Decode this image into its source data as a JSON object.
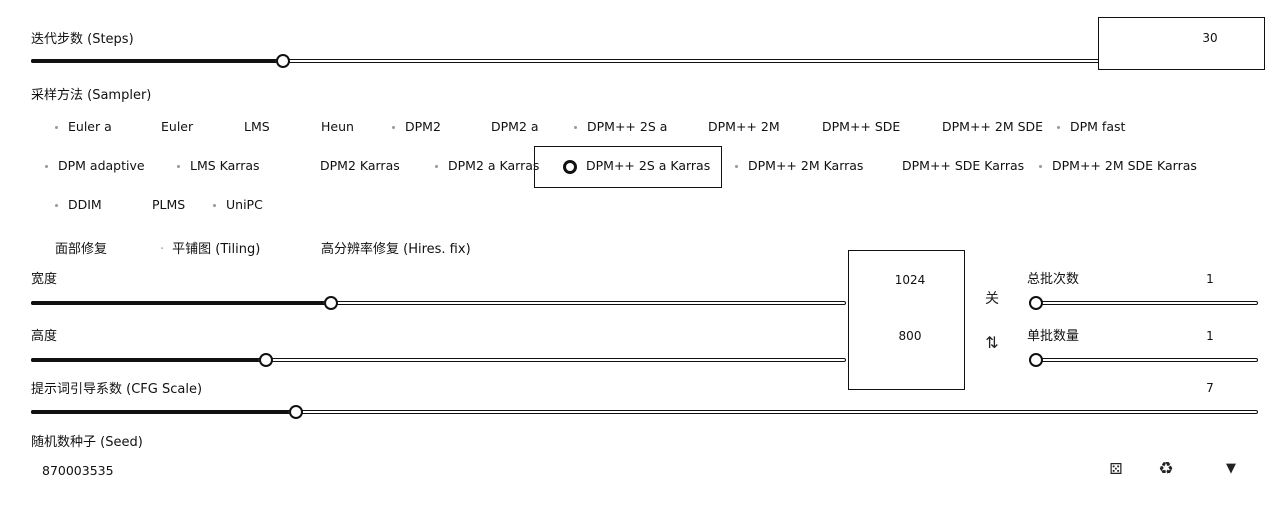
{
  "steps": {
    "label": "迭代步数 (Steps)",
    "value": "30",
    "fraction": 0.2
  },
  "sampler": {
    "label": "采样方法 (Sampler)",
    "options": [
      "Euler a",
      "Euler",
      "LMS",
      "Heun",
      "DPM2",
      "DPM2 a",
      "DPM++ 2S a",
      "DPM++ 2M",
      "DPM++ SDE",
      "DPM++ 2M SDE",
      "DPM fast",
      "DPM adaptive",
      "LMS Karras",
      "DPM2 Karras",
      "DPM2 a Karras",
      "DPM++ 2S a Karras",
      "DPM++ 2M Karras",
      "DPM++ SDE Karras",
      "DPM++ 2M SDE Karras",
      "DDIM",
      "PLMS",
      "UniPC"
    ],
    "selected": "DPM++ 2S a Karras"
  },
  "options": {
    "face_restore": "面部修复",
    "tiling": "平铺图 (Tiling)",
    "hires_fix": "高分辨率修复 (Hires. fix)"
  },
  "width": {
    "label": "宽度",
    "value": "1024",
    "fraction": 0.36
  },
  "height": {
    "label": "高度",
    "value": "800",
    "fraction": 0.28
  },
  "swap": {
    "close_label": "关",
    "swap_icon": "⇅"
  },
  "batch_count": {
    "label": "总批次数",
    "value": "1",
    "fraction": 0.0
  },
  "batch_size": {
    "label": "单批数量",
    "value": "1",
    "fraction": 0.0
  },
  "cfg": {
    "label": "提示词引导系数 (CFG Scale)",
    "value": "7",
    "fraction": 0.21
  },
  "seed": {
    "label": "随机数种子 (Seed)",
    "value": "870003535",
    "icons": {
      "dice": "dice-icon",
      "recycle": "recycle-icon",
      "dropdown": "chevron-down-icon"
    }
  }
}
